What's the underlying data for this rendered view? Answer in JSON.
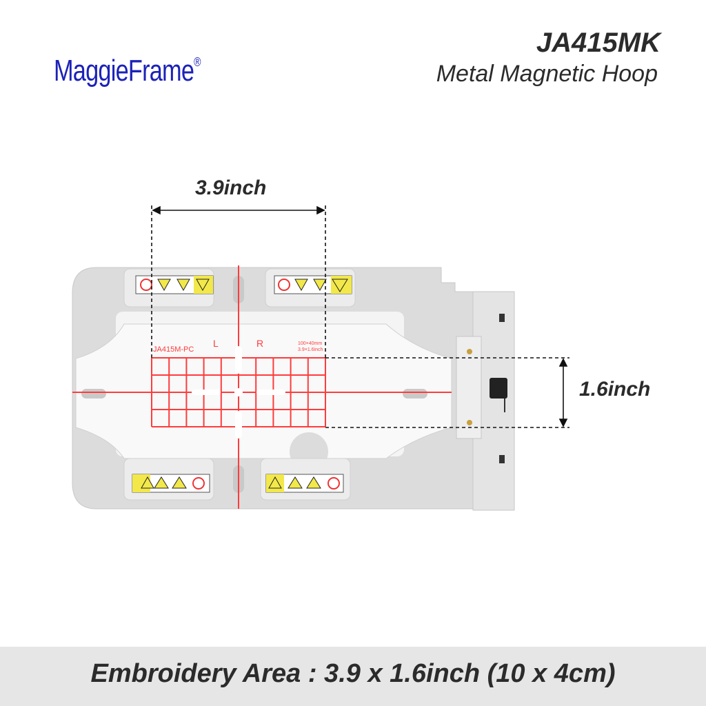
{
  "brand": {
    "name": "MaggieFrame",
    "mark": "®"
  },
  "product": {
    "model": "JA415MK",
    "subtitle": "Metal Magnetic Hoop"
  },
  "dimensions": {
    "width_label": "3.9inch",
    "height_label": "1.6inch"
  },
  "hoop_print": {
    "part": "JA415M-PC",
    "left": "L",
    "right": "R",
    "size_mm": "100×40mm",
    "size_in": "3.9×1.6inch"
  },
  "footer": {
    "text": "Embroidery Area : 3.9 x 1.6inch (10 x 4cm)"
  },
  "colors": {
    "brand": "#1c22b8",
    "grid": "#ff3b3b",
    "warning": "#f2e84a",
    "frame": "#d9d9d9"
  }
}
